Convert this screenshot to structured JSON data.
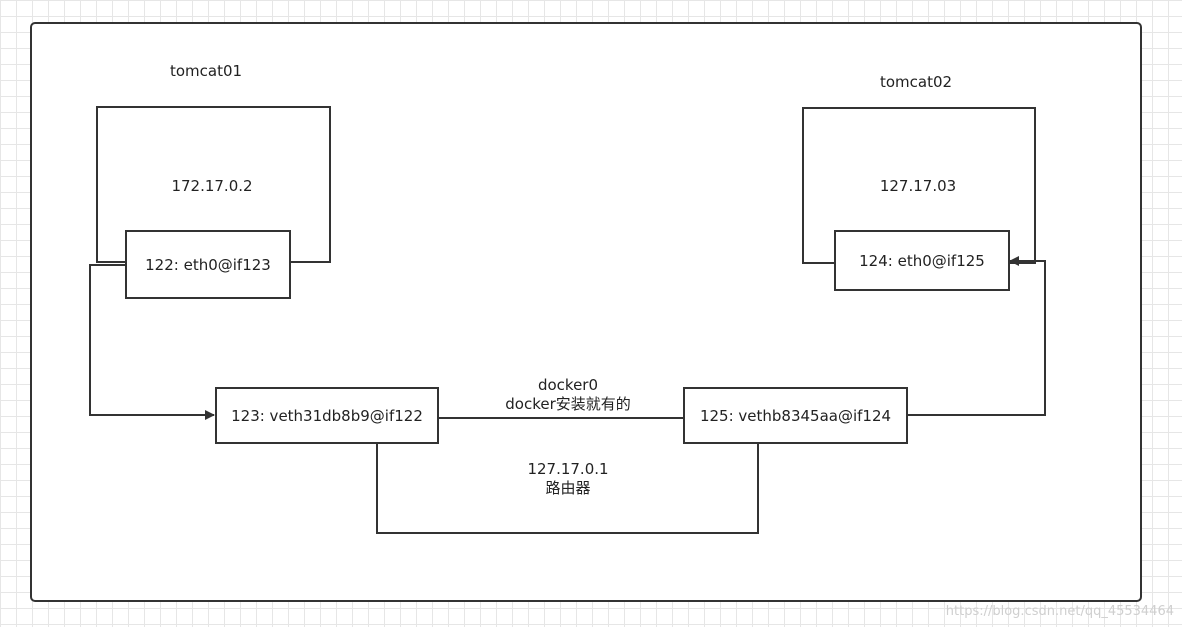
{
  "containers": {
    "tomcat01": {
      "name": "tomcat01",
      "ip": "172.17.0.2",
      "interface": "122: eth0@if123"
    },
    "tomcat02": {
      "name": "tomcat02",
      "ip": "127.17.03",
      "interface": "124: eth0@if125"
    }
  },
  "bridge": {
    "veth_left": "123: veth31db8b9@if122",
    "veth_right": "125: vethb8345aa@if124",
    "name": "docker0",
    "note": "docker安装就有的",
    "router_ip": "127.17.0.1",
    "router_label": "路由器"
  },
  "watermark": "https://blog.csdn.net/qq_45534464"
}
